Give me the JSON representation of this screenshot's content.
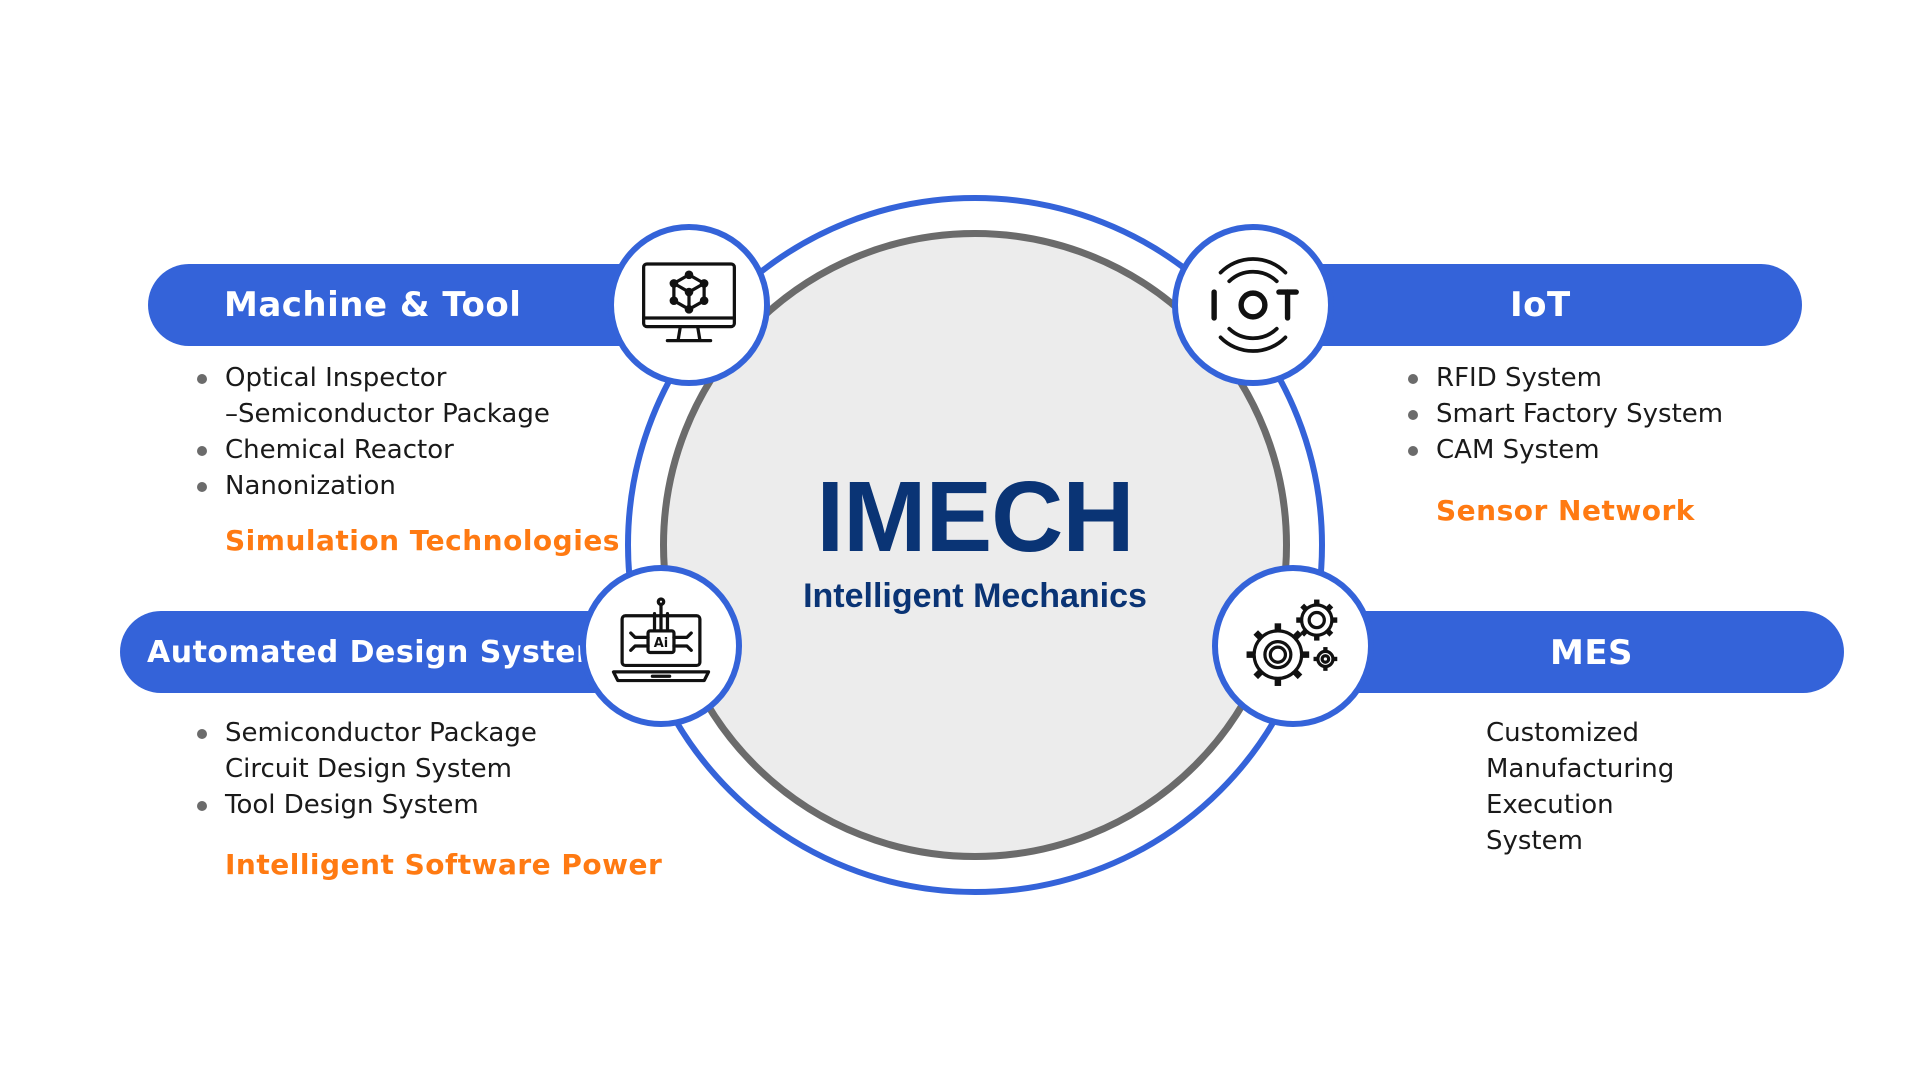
{
  "center": {
    "title": "IMECH",
    "subtitle": "Intelligent Mechanics"
  },
  "colors": {
    "accent_blue": "#3463d9",
    "ring_gray": "#6b6b6b",
    "core_fill": "#ececec",
    "title_navy": "#0a3475",
    "highlight_orange": "#ff7a12"
  },
  "sections": {
    "machine_tool": {
      "label": "Machine & Tool",
      "icon": "monitor-cube-icon",
      "items": [
        "Optical Inspector",
        "–Semiconductor Package",
        "Chemical Reactor",
        "Nanonization"
      ],
      "tech": "Simulation Technologies"
    },
    "iot": {
      "label": "IoT",
      "icon": "iot-signal-icon",
      "items": [
        "RFID System",
        "Smart Factory System",
        "CAM System"
      ],
      "tech": "Sensor Network"
    },
    "automated_design": {
      "label": "Automated Design System",
      "icon": "ai-laptop-icon",
      "items": [
        "Semiconductor Package",
        "Circuit Design System",
        "Tool Design System"
      ],
      "tech": "Intelligent Software Power"
    },
    "mes": {
      "label": "MES",
      "icon": "gears-icon",
      "lines": [
        "Customized",
        "Manufacturing",
        "Execution",
        "System"
      ]
    }
  }
}
